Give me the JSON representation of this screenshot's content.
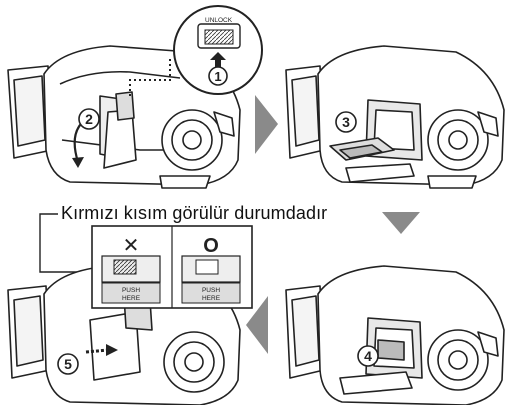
{
  "caption": "Kırmızı kısım görülür durumdadır",
  "unlock_label": "UNLOCK",
  "step_numbers": [
    "1",
    "2",
    "3",
    "4",
    "5"
  ],
  "wrong_mark": "✕",
  "right_mark": "O",
  "push_label_line1": "PUSH",
  "push_label_line2": "HERE",
  "colors": {
    "arrow": "#8a8a8a",
    "line": "#222222",
    "fill": "#ffffff",
    "shade": "#cfcfcf"
  }
}
